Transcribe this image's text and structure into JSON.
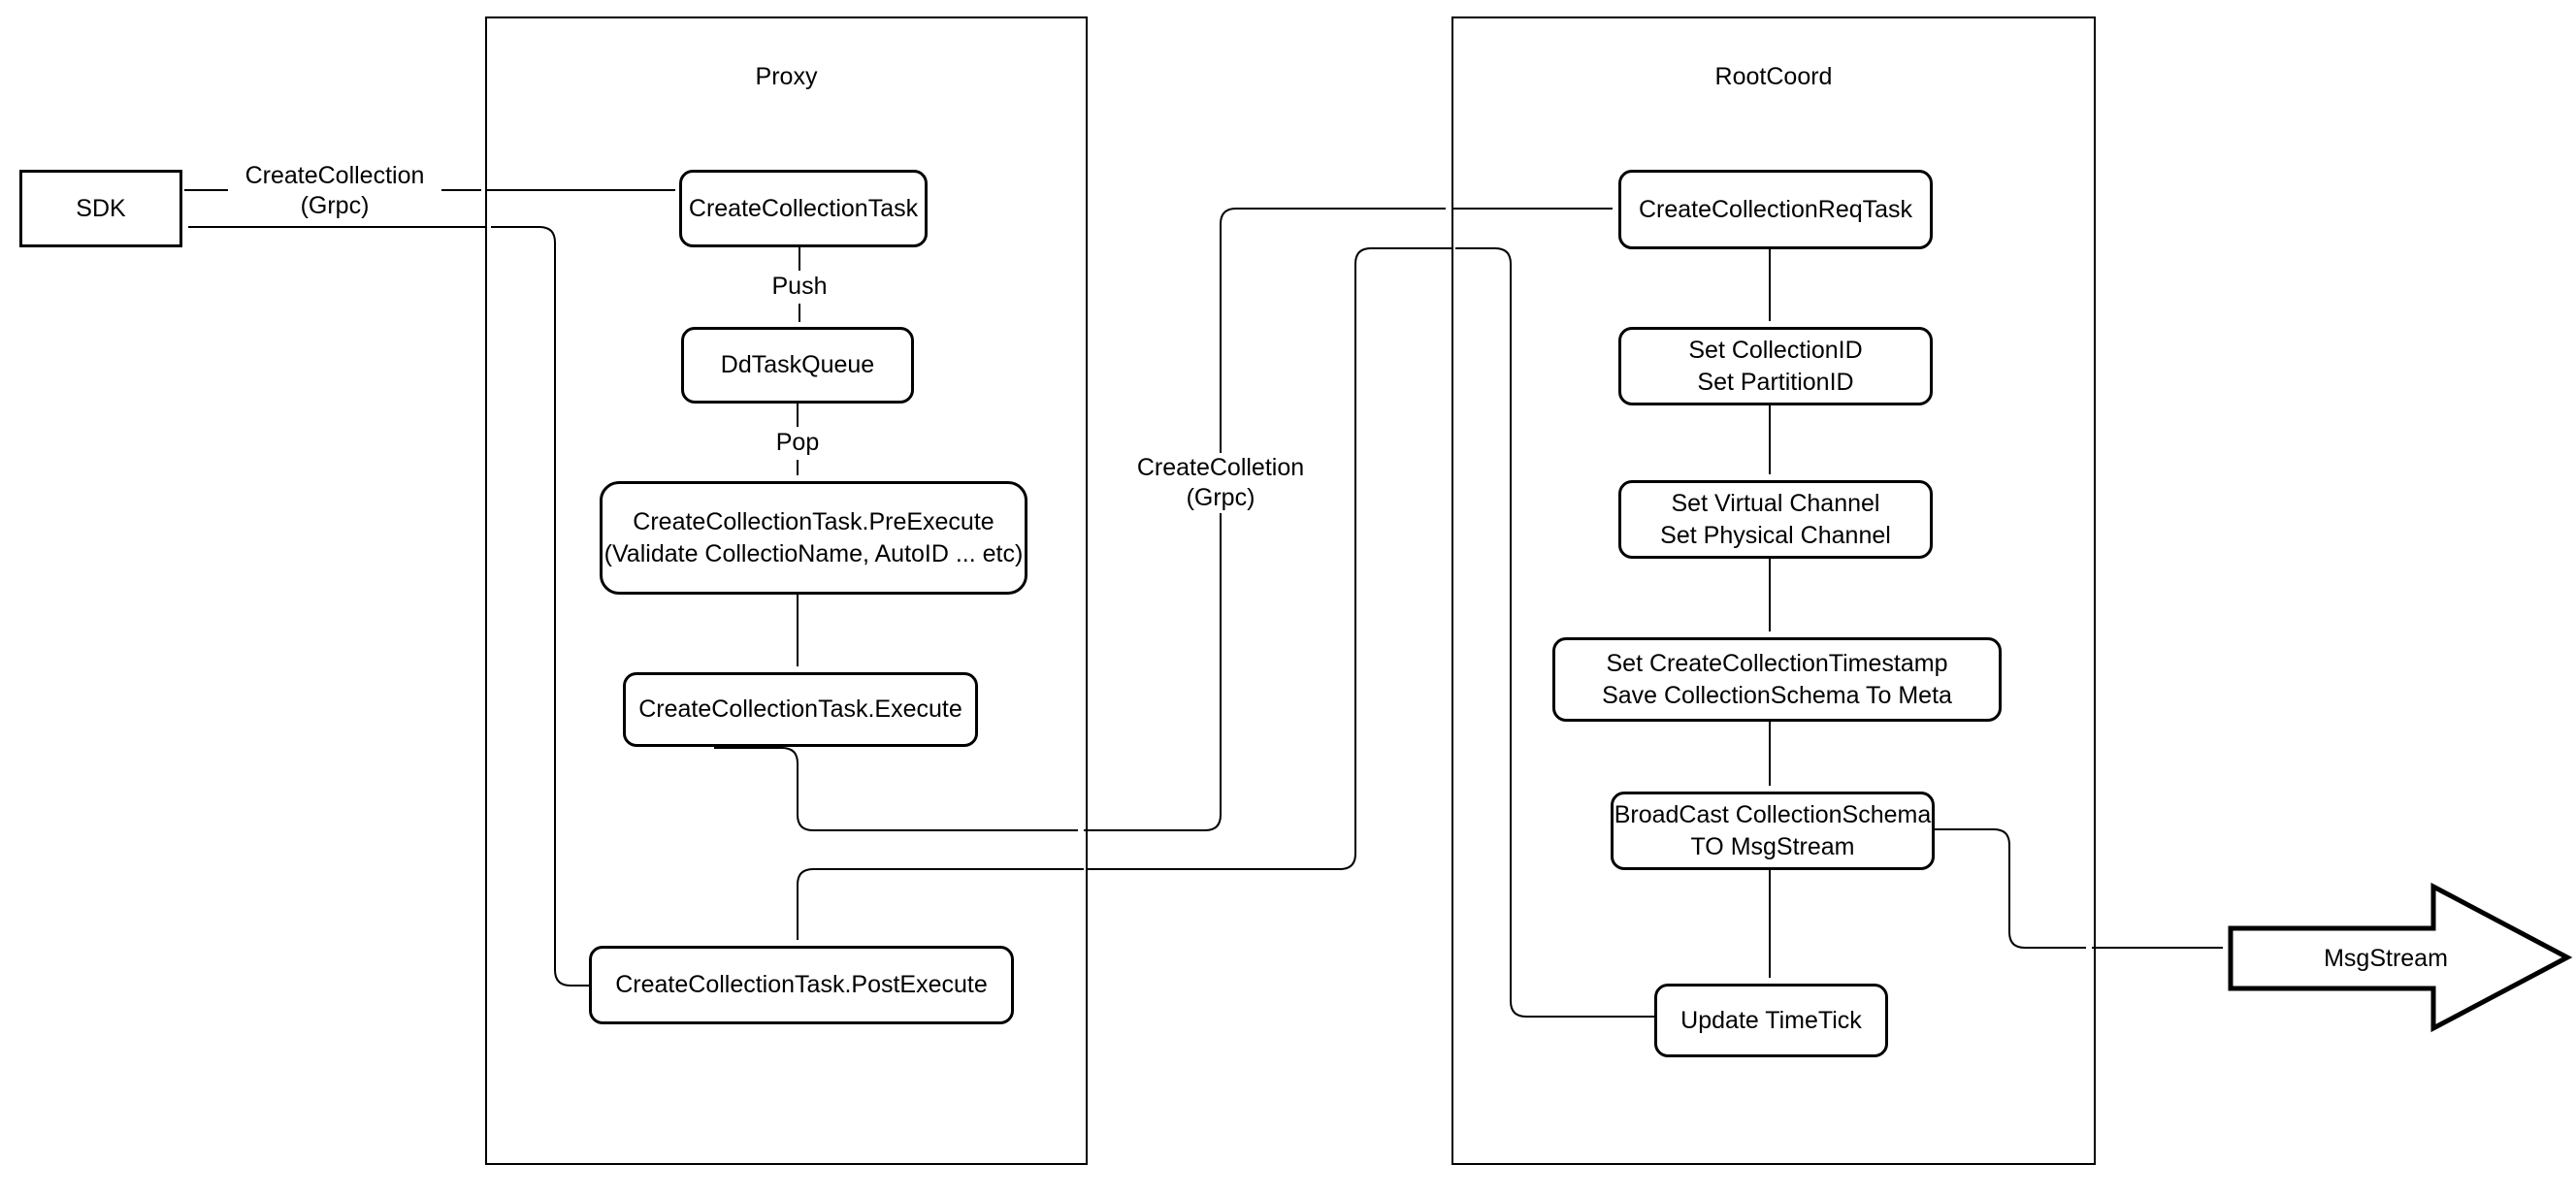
{
  "diagram": {
    "background_color": "#ffffff",
    "stroke_color": "#000000",
    "containers": {
      "proxy": {
        "title": "Proxy"
      },
      "rootcoord": {
        "title": "RootCoord"
      }
    },
    "nodes": {
      "sdk": "SDK",
      "create_collection_task": "CreateCollectionTask",
      "dd_task_queue": "DdTaskQueue",
      "pre_execute": "CreateCollectionTask.PreExecute\n(Validate CollectioName, AutoID ... etc)",
      "execute": "CreateCollectionTask.Execute",
      "post_execute": "CreateCollectionTask.PostExecute",
      "create_collection_req_task": "CreateCollectionReqTask",
      "set_collection_id": "Set CollectionID\nSet PartitionID",
      "set_channels": "Set Virtual Channel\nSet Physical Channel",
      "set_timestamp": "Set CreateCollectionTimestamp\nSave CollectionSchema To Meta",
      "broadcast": "BroadCast CollectionSchema\nTO MsgStream",
      "update_timetick": "Update TimeTick",
      "msgstream": "MsgStream"
    },
    "edge_labels": {
      "sdk_to_proxy_grpc": "CreateCollection\n(Grpc)",
      "proxy_to_rootcoord_grpc": "CreateColletion\n(Grpc)",
      "push": "Push",
      "pop": "Pop"
    }
  }
}
